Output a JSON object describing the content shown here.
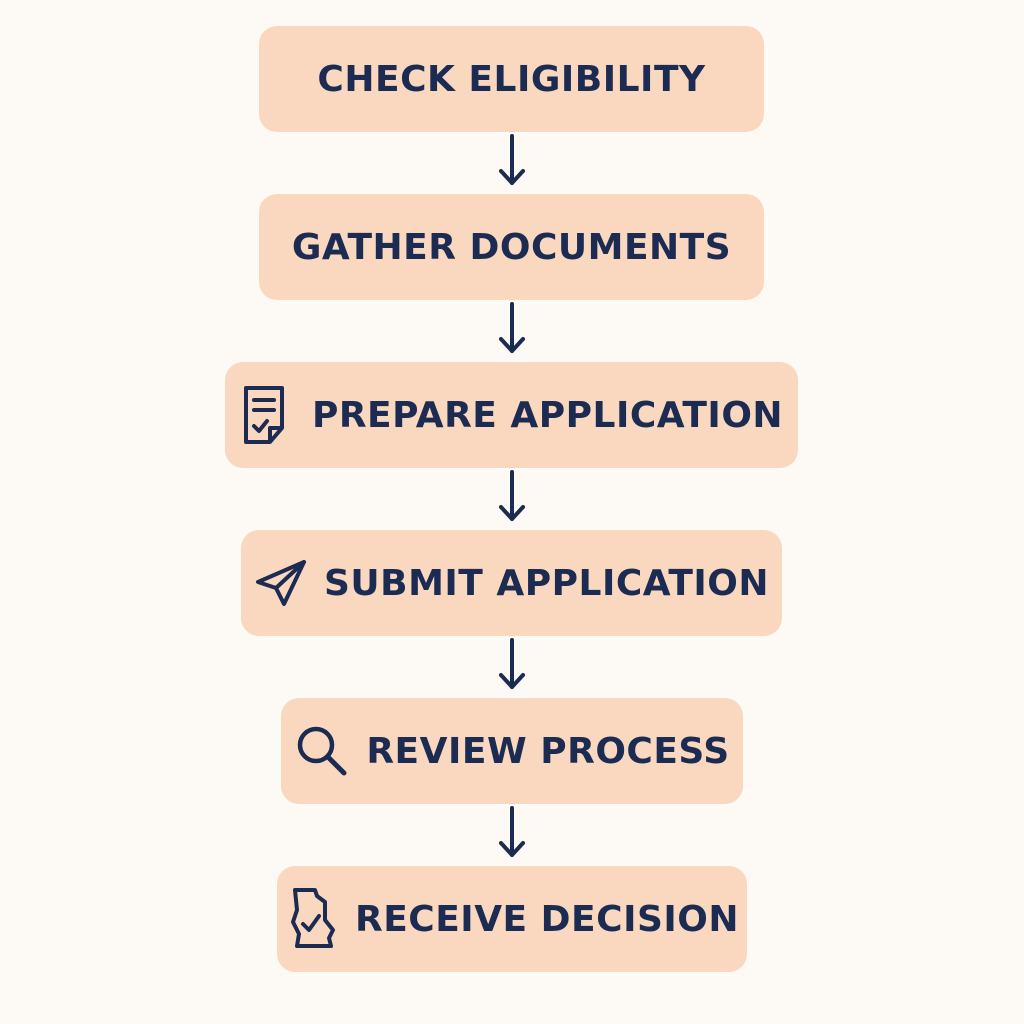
{
  "steps": [
    {
      "label": "CHECK ELIGIBILITY",
      "icon": ""
    },
    {
      "label": "GATHER DOCUMENTS",
      "icon": ""
    },
    {
      "label": "PREPARE APPLICATION",
      "icon": "document-check-icon"
    },
    {
      "label": "SUBMIT APPLICATION",
      "icon": "paper-plane-icon"
    },
    {
      "label": "REVIEW PROCESS",
      "icon": "magnifier-icon"
    },
    {
      "label": "RECEIVE DECISION",
      "icon": "map-check-icon"
    }
  ],
  "colors": {
    "background": "#fdf9f5",
    "box": "#fad8bf",
    "ink": "#1c2b52"
  }
}
